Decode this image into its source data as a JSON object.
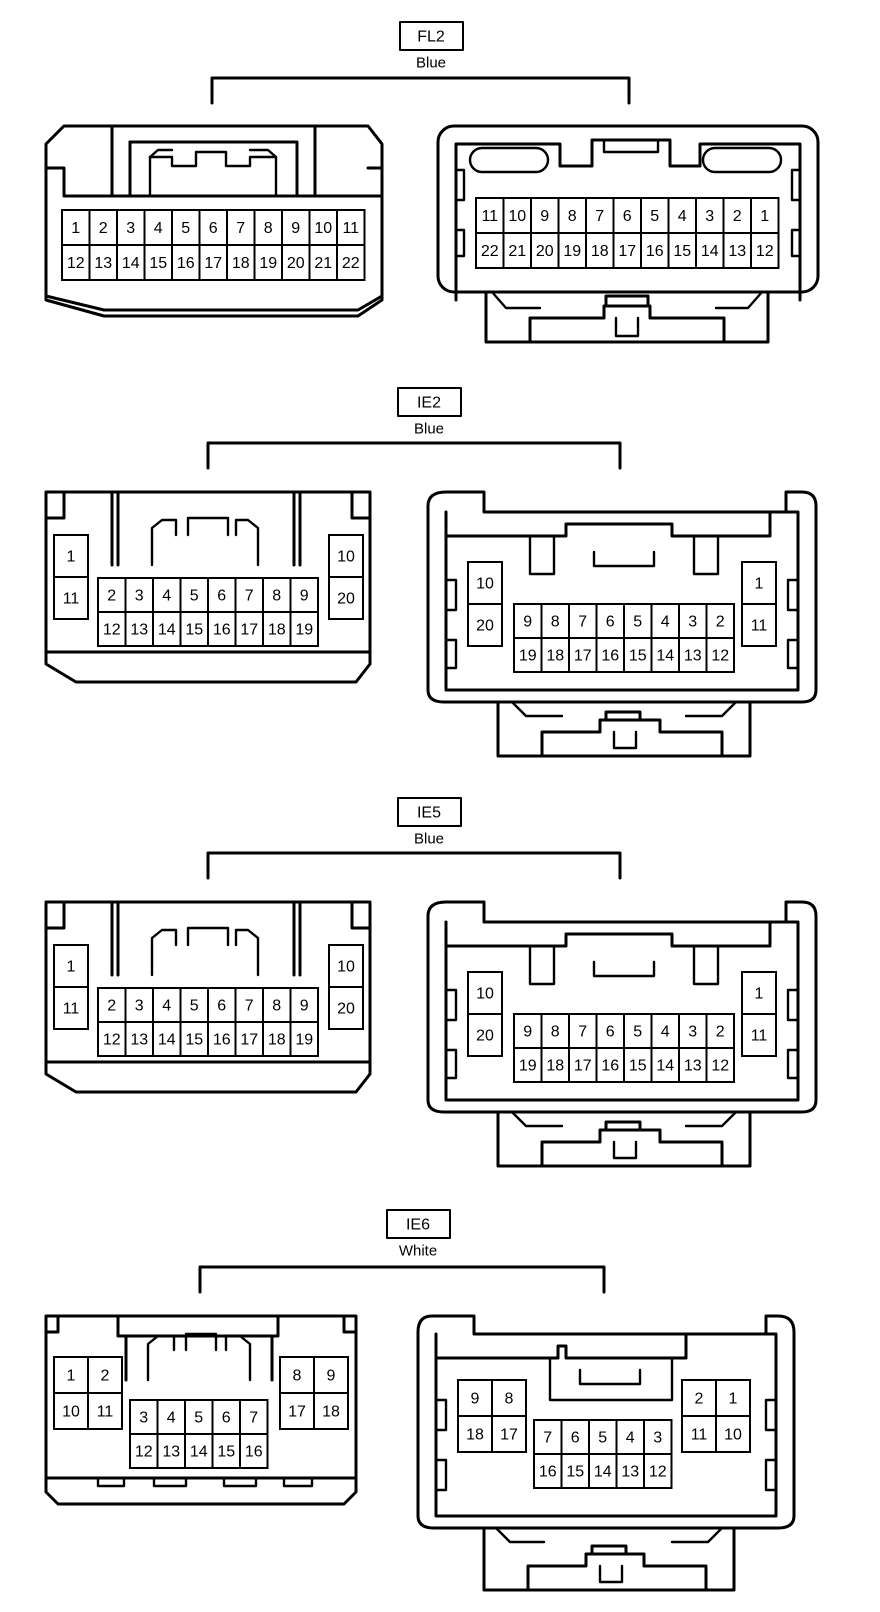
{
  "connectors": [
    {
      "id": "FL2",
      "color": "Blue",
      "left": {
        "rows": [
          [
            1,
            2,
            3,
            4,
            5,
            6,
            7,
            8,
            9,
            10,
            11
          ],
          [
            12,
            13,
            14,
            15,
            16,
            17,
            18,
            19,
            20,
            21,
            22
          ]
        ]
      },
      "right": {
        "rows": [
          [
            11,
            10,
            9,
            8,
            7,
            6,
            5,
            4,
            3,
            2,
            1
          ],
          [
            22,
            21,
            20,
            19,
            18,
            17,
            16,
            15,
            14,
            13,
            12
          ]
        ]
      }
    },
    {
      "id": "IE2",
      "color": "Blue",
      "left": {
        "side_left": [
          1,
          11
        ],
        "center": [
          [
            2,
            3,
            4,
            5,
            6,
            7,
            8,
            9
          ],
          [
            12,
            13,
            14,
            15,
            16,
            17,
            18,
            19
          ]
        ],
        "side_right": [
          10,
          20
        ]
      },
      "right": {
        "side_left": [
          10,
          20
        ],
        "center": [
          [
            9,
            8,
            7,
            6,
            5,
            4,
            3,
            2
          ],
          [
            19,
            18,
            17,
            16,
            15,
            14,
            13,
            12
          ]
        ],
        "side_right": [
          1,
          11
        ]
      }
    },
    {
      "id": "IE5",
      "color": "Blue",
      "left": {
        "side_left": [
          1,
          11
        ],
        "center": [
          [
            2,
            3,
            4,
            5,
            6,
            7,
            8,
            9
          ],
          [
            12,
            13,
            14,
            15,
            16,
            17,
            18,
            19
          ]
        ],
        "side_right": [
          10,
          20
        ]
      },
      "right": {
        "side_left": [
          10,
          20
        ],
        "center": [
          [
            9,
            8,
            7,
            6,
            5,
            4,
            3,
            2
          ],
          [
            19,
            18,
            17,
            16,
            15,
            14,
            13,
            12
          ]
        ],
        "side_right": [
          1,
          11
        ]
      }
    },
    {
      "id": "IE6",
      "color": "White",
      "left": {
        "side_left": [
          [
            1,
            2
          ],
          [
            10,
            11
          ]
        ],
        "center": [
          [
            3,
            4,
            5,
            6,
            7
          ],
          [
            12,
            13,
            14,
            15,
            16
          ]
        ],
        "side_right": [
          [
            8,
            9
          ],
          [
            17,
            18
          ]
        ]
      },
      "right": {
        "side_left": [
          [
            9,
            8
          ],
          [
            18,
            17
          ]
        ],
        "center": [
          [
            7,
            6,
            5,
            4,
            3
          ],
          [
            16,
            15,
            14,
            13,
            12
          ]
        ],
        "side_right": [
          [
            2,
            1
          ],
          [
            11,
            10
          ]
        ]
      }
    }
  ]
}
